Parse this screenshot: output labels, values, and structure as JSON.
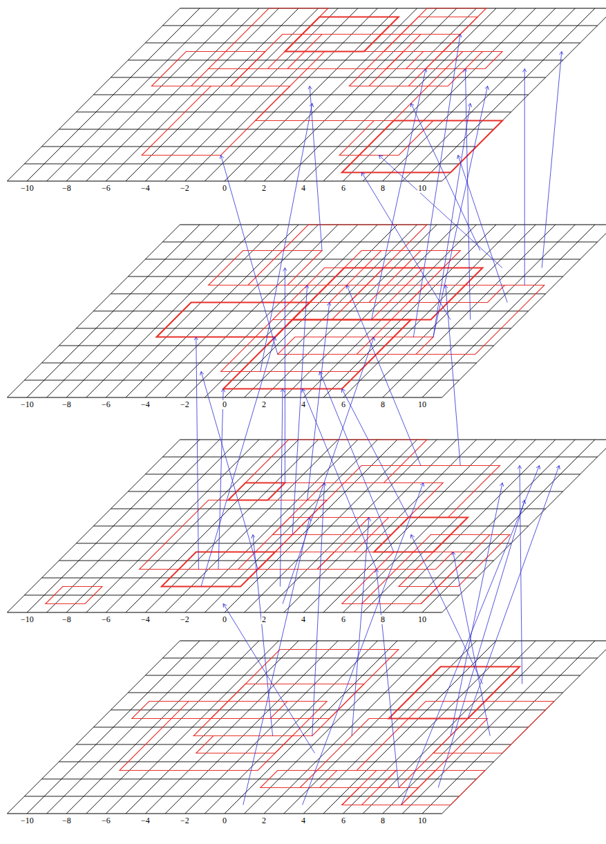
{
  "diagram": {
    "labels": [
      "−10",
      "−8",
      "−6",
      "−4",
      "−2",
      "0",
      "2",
      "4",
      "6",
      "8",
      "10",
      "−10",
      "−8",
      "−6",
      "−4",
      "−2",
      "0",
      "2",
      "4",
      "6",
      "8",
      "10",
      "−10",
      "−8",
      "−6",
      "−4",
      "−2",
      "0",
      "2",
      "4",
      "6",
      "8",
      "10",
      "−10",
      "−8",
      "−6",
      "−4",
      "−2",
      "0",
      "2",
      "4",
      "6",
      "8",
      "10"
    ]
  }
}
